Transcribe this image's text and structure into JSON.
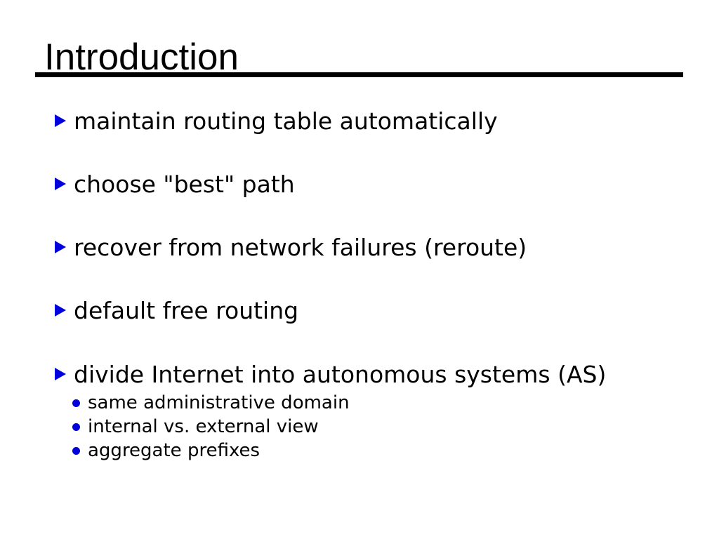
{
  "slide": {
    "title": "Introduction",
    "colors": {
      "background": "#FFFFFF",
      "text": "#000000",
      "bullet_accent": "#0000DD",
      "title_rule": "#000000"
    },
    "icons": {
      "bullet_icon": "triangle-right",
      "sub_bullet_icon": "filled-dot"
    },
    "bullets": [
      "maintain routing table automatically",
      "choose \"best\" path",
      "recover from network failures (reroute)",
      "default free routing",
      "divide Internet into autonomous systems (AS)"
    ],
    "sub_bullets": [
      "same administrative domain",
      "internal vs. external view",
      "aggregate prefixes"
    ]
  }
}
